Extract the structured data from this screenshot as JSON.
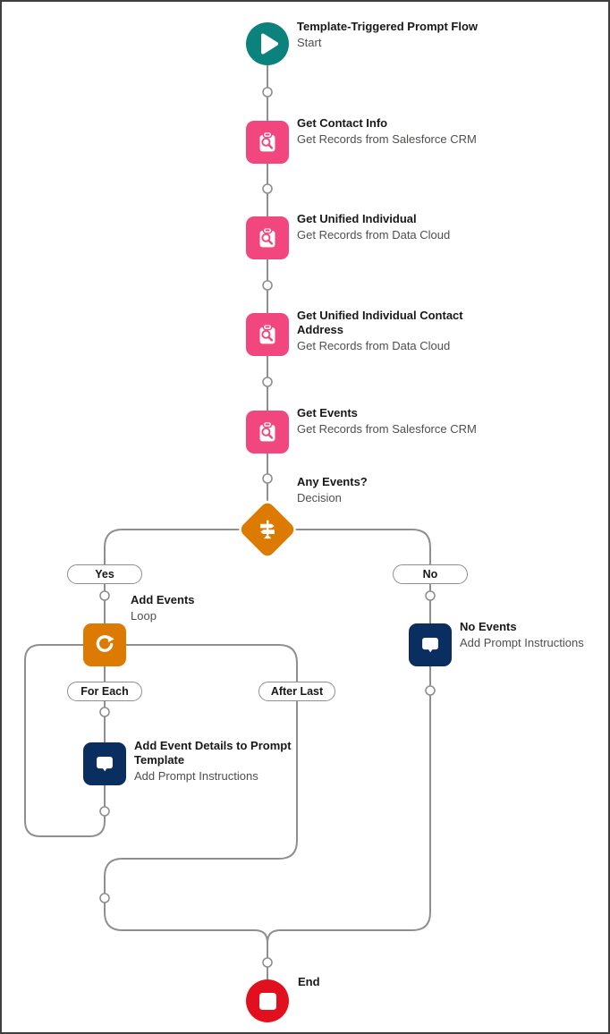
{
  "canvas": {
    "background": "#ffffff",
    "border_color": "#3f3f3f"
  },
  "colors": {
    "connector": "#8f8f8f",
    "get_records_pink": "#f2477e",
    "decision_loop_orange": "#dd7a01",
    "prompt_navy": "#0b2e60",
    "start_teal": "#0b827c",
    "end_red": "#e2101e",
    "title_text": "#181818",
    "subtitle_text": "#514f4d"
  },
  "nodes": {
    "start": {
      "title": "Template-Triggered Prompt Flow",
      "subtitle": "Start",
      "icon": "play-icon",
      "color": "#0b827c"
    },
    "get_contact_info": {
      "title": "Get Contact Info",
      "subtitle": "Get Records from Salesforce CRM",
      "icon": "record-lookup-icon",
      "color": "#f2477e"
    },
    "get_unified_individual": {
      "title": "Get Unified Individual",
      "subtitle": "Get Records from Data Cloud",
      "icon": "record-lookup-icon",
      "color": "#f2477e"
    },
    "get_unified_individual_contact_address": {
      "title": "Get Unified Individual Contact Address",
      "subtitle": "Get Records from Data Cloud",
      "icon": "record-lookup-icon",
      "color": "#f2477e"
    },
    "get_events": {
      "title": "Get Events",
      "subtitle": "Get Records from Salesforce CRM",
      "icon": "record-lookup-icon",
      "color": "#f2477e"
    },
    "any_events": {
      "title": "Any Events?",
      "subtitle": "Decision",
      "icon": "signpost-icon",
      "color": "#dd7a01"
    },
    "add_events": {
      "title": "Add Events",
      "subtitle": "Loop",
      "icon": "loop-icon",
      "color": "#dd7a01"
    },
    "no_events": {
      "title": "No Events",
      "subtitle": "Add Prompt Instructions",
      "icon": "prompt-bubble-icon",
      "color": "#0b2e60"
    },
    "add_event_details": {
      "title": "Add Event Details to Prompt Template",
      "subtitle": "Add Prompt Instructions",
      "icon": "prompt-bubble-icon",
      "color": "#0b2e60"
    },
    "end": {
      "title": "End",
      "icon": "stop-icon",
      "color": "#e2101e"
    }
  },
  "branch_labels": {
    "yes": "Yes",
    "no": "No",
    "for_each": "For Each",
    "after_last": "After Last"
  }
}
